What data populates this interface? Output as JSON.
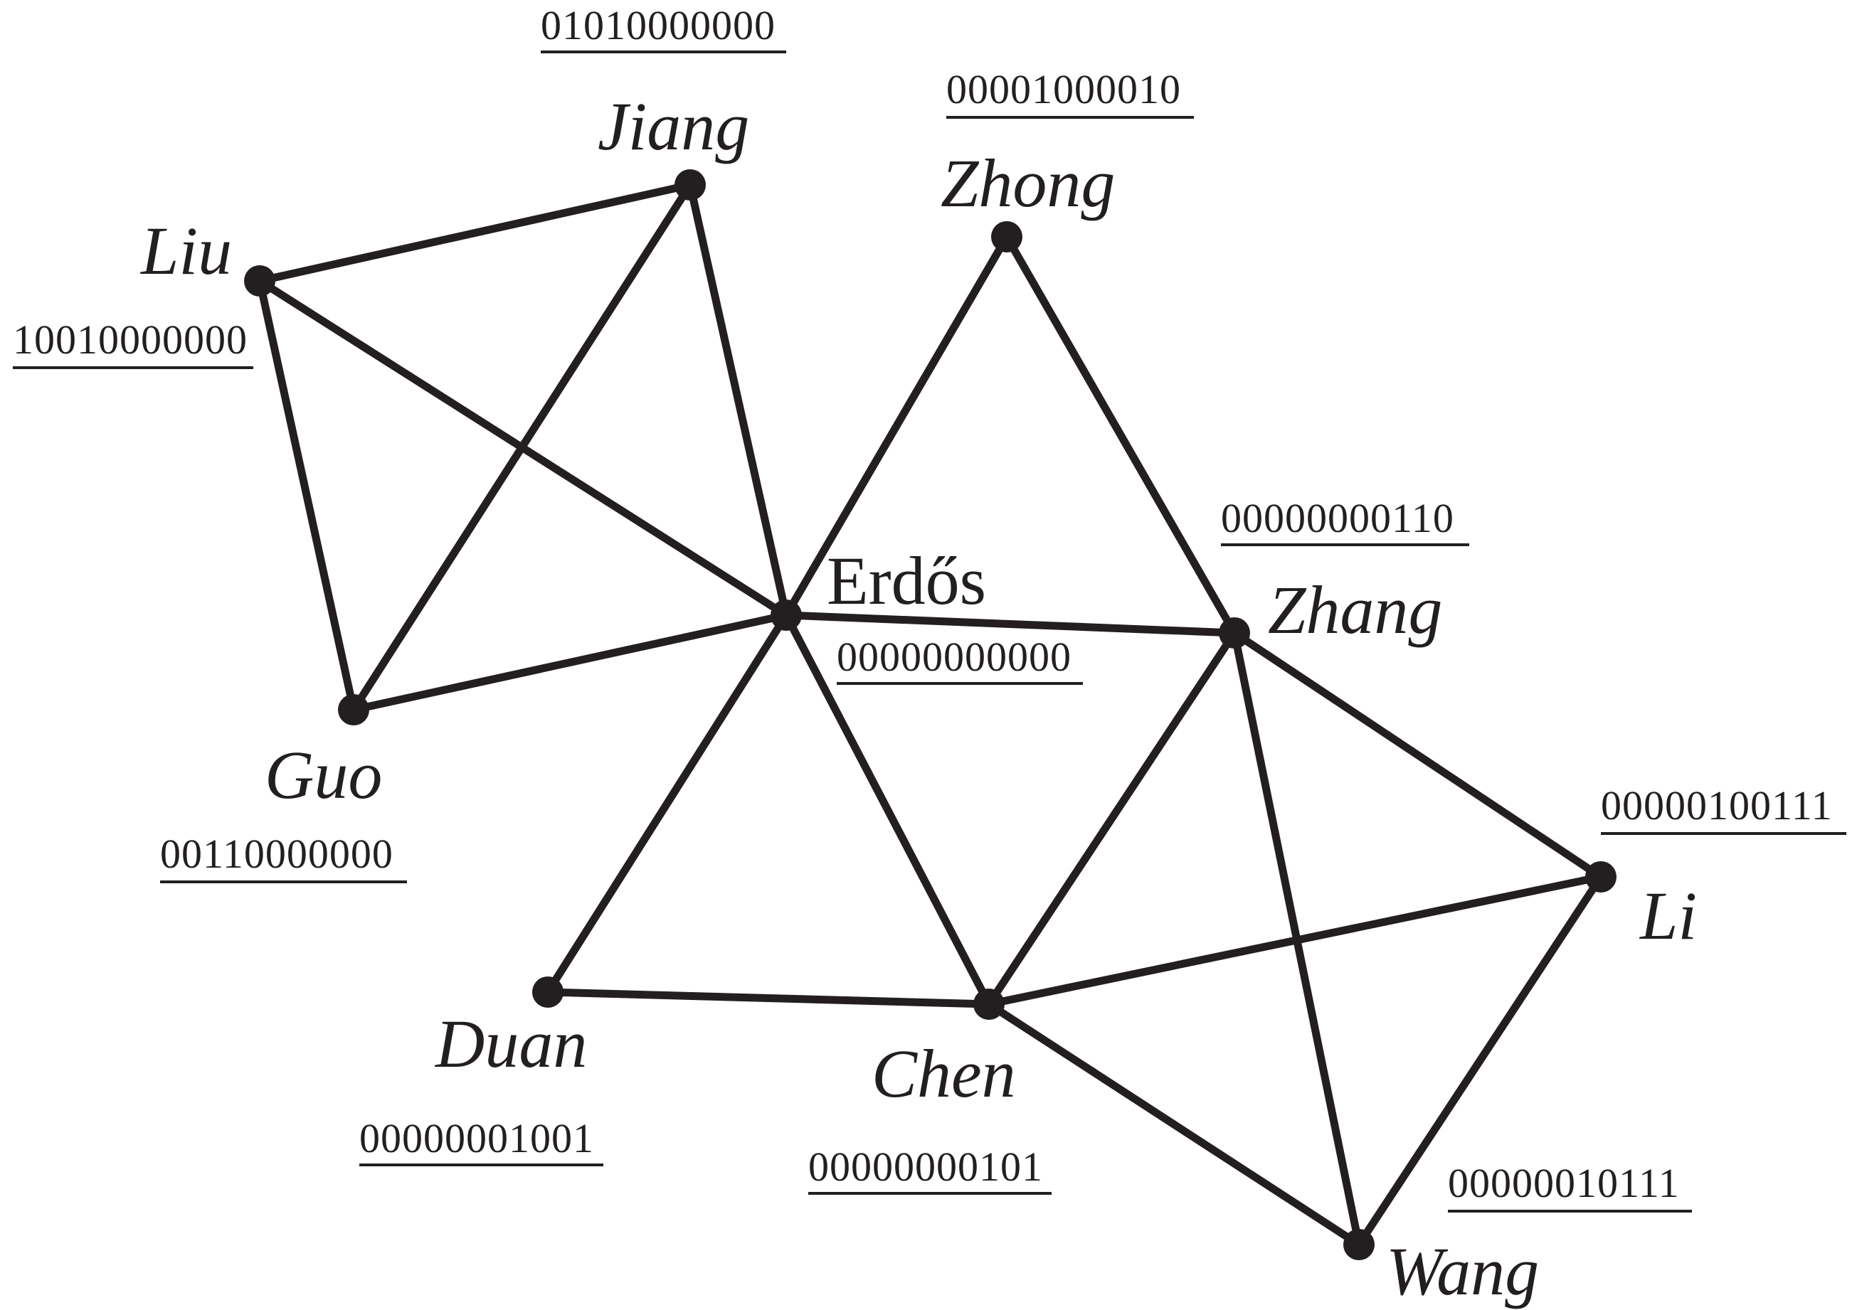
{
  "nodes": [
    {
      "id": "liu",
      "name": "Liu",
      "code": "10010000000"
    },
    {
      "id": "jiang",
      "name": "Jiang",
      "code": "01010000000"
    },
    {
      "id": "guo",
      "name": "Guo",
      "code": "00110000000"
    },
    {
      "id": "erdos",
      "name": "Erdős",
      "code": "00000000000"
    },
    {
      "id": "zhong",
      "name": "Zhong",
      "code": "00001000010"
    },
    {
      "id": "zhang",
      "name": "Zhang",
      "code": "00000000110"
    },
    {
      "id": "duan",
      "name": "Duan",
      "code": "00000001001"
    },
    {
      "id": "chen",
      "name": "Chen",
      "code": "00000000101"
    },
    {
      "id": "li",
      "name": "Li",
      "code": "00000100111"
    },
    {
      "id": "wang",
      "name": "Wang",
      "code": "00000010111"
    }
  ],
  "edges": [
    [
      "liu",
      "jiang"
    ],
    [
      "liu",
      "guo"
    ],
    [
      "liu",
      "erdos"
    ],
    [
      "jiang",
      "guo"
    ],
    [
      "jiang",
      "erdos"
    ],
    [
      "guo",
      "erdos"
    ],
    [
      "zhong",
      "erdos"
    ],
    [
      "zhong",
      "zhang"
    ],
    [
      "erdos",
      "zhang"
    ],
    [
      "erdos",
      "duan"
    ],
    [
      "erdos",
      "chen"
    ],
    [
      "duan",
      "chen"
    ],
    [
      "zhang",
      "chen"
    ],
    [
      "zhang",
      "li"
    ],
    [
      "zhang",
      "wang"
    ],
    [
      "chen",
      "li"
    ],
    [
      "chen",
      "wang"
    ],
    [
      "li",
      "wang"
    ]
  ],
  "colors": {
    "ink": "#231f20",
    "background": "#ffffff"
  }
}
